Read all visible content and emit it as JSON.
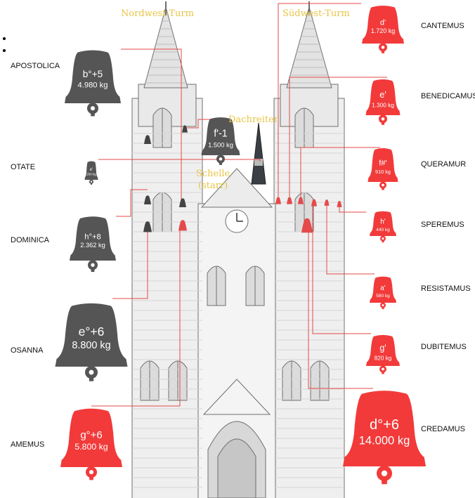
{
  "labels": {
    "nordwest": "Nordwest-Turm",
    "suedwest": "Südwest-Turm",
    "dachreiter": "Dachreiter",
    "schelle_line1": "Schelle",
    "schelle_line2": "(starr)"
  },
  "colors": {
    "gray_bell": "#555555",
    "red_bell": "#f23a3a",
    "line": "#e44a4a",
    "tower_label": "#e8c547"
  },
  "bells": [
    {
      "id": "apostolica",
      "name": "APOSTOLICA",
      "note": "b°+5",
      "weight": "4.980 kg",
      "color": "gray"
    },
    {
      "id": "dachreiter-bell",
      "name": "",
      "note": "f'-1",
      "weight": "1.500 kg",
      "color": "gray"
    },
    {
      "id": "otate",
      "name": "OTATE",
      "note": "e'",
      "weight": "200 kg",
      "color": "gray"
    },
    {
      "id": "dominica",
      "name": "DOMINICA",
      "note": "h°+8",
      "weight": "2.362 kg",
      "color": "gray"
    },
    {
      "id": "osanna",
      "name": "OSANNA",
      "note": "e°+6",
      "weight": "8.800 kg",
      "color": "gray"
    },
    {
      "id": "amemus",
      "name": "AMEMUS",
      "note": "g°+6",
      "weight": "5.800 kg",
      "color": "red"
    },
    {
      "id": "cantemus",
      "name": "CANTEMUS",
      "note": "d'",
      "weight": "1.720 kg",
      "color": "red"
    },
    {
      "id": "benedicamus",
      "name": "BENEDICAMUS",
      "note": "e'",
      "weight": "1.300 kg",
      "color": "red"
    },
    {
      "id": "queramur",
      "name": "QUERAMUR",
      "note": "f#'",
      "weight": "910 kg",
      "color": "red"
    },
    {
      "id": "speremus",
      "name": "SPEREMUS",
      "note": "h'",
      "weight": "440 kg",
      "color": "red"
    },
    {
      "id": "resistamus",
      "name": "RESISTAMUS",
      "note": "a'",
      "weight": "580 kg",
      "color": "red"
    },
    {
      "id": "dubitemus",
      "name": "DUBITEMUS",
      "note": "g'",
      "weight": "820 kg",
      "color": "red"
    },
    {
      "id": "credamus",
      "name": "CREDAMUS",
      "note": "d°+6",
      "weight": "14.000 kg",
      "color": "red"
    }
  ]
}
